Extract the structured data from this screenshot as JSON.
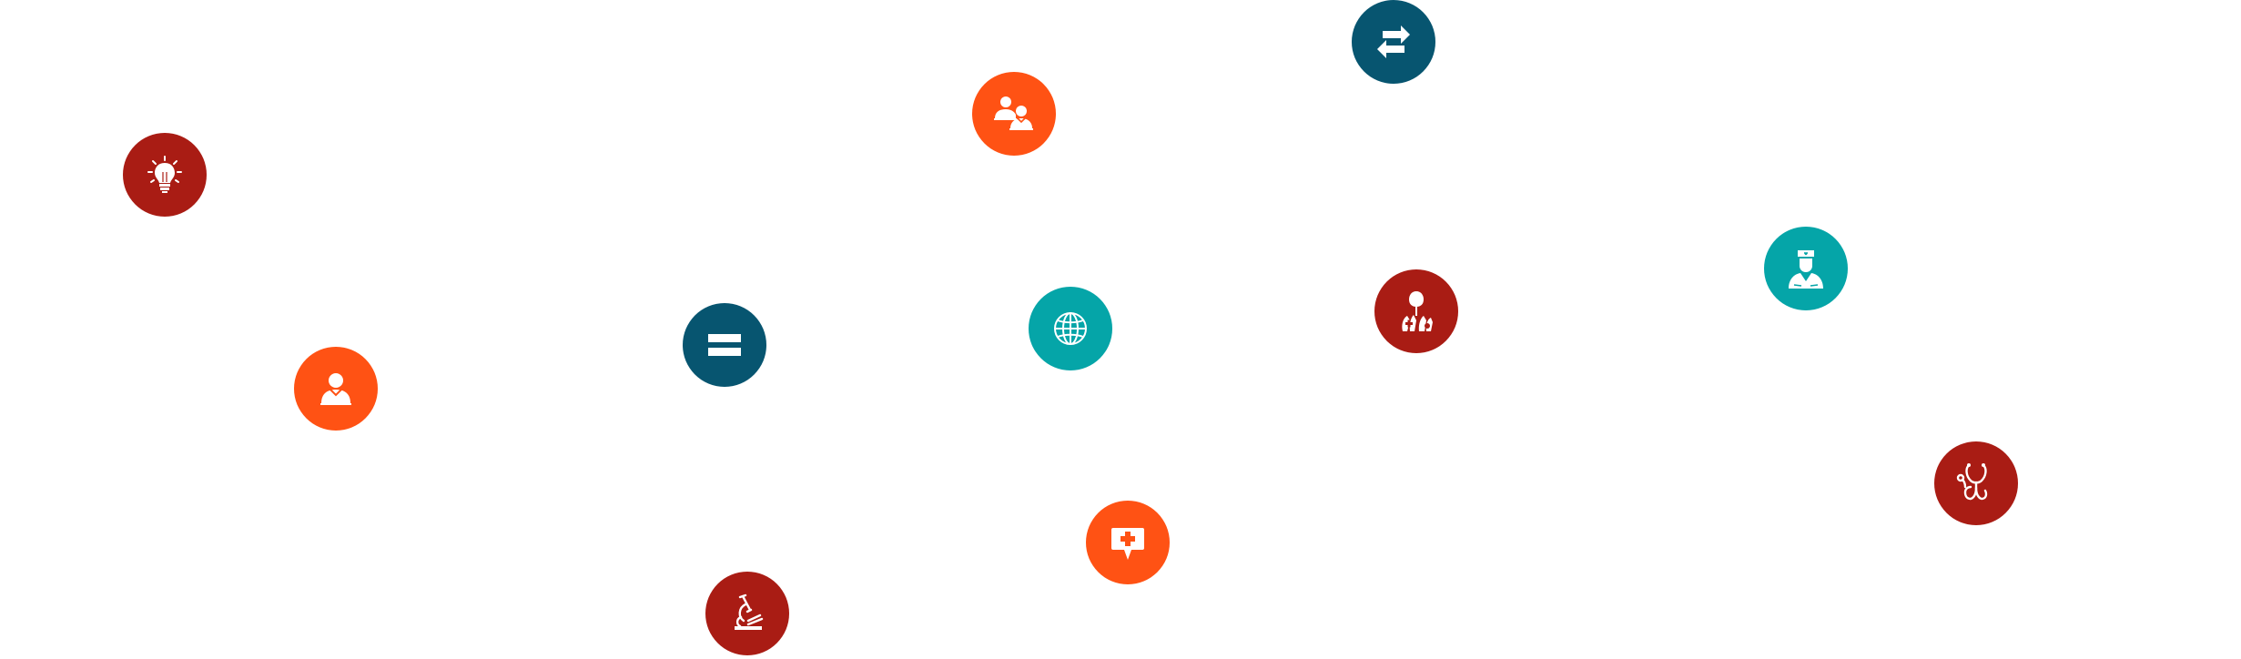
{
  "colors": {
    "dark_red": "#A91C14",
    "orange": "#FF5214",
    "navy_teal": "#075570",
    "teal": "#05A5A8",
    "icon_fill": "#FFFFFF"
  },
  "icons": [
    {
      "name": "lightbulb-icon",
      "color": "dark_red"
    },
    {
      "name": "user-icon",
      "color": "orange"
    },
    {
      "name": "equals-icon",
      "color": "navy_teal"
    },
    {
      "name": "microscope-icon",
      "color": "dark_red"
    },
    {
      "name": "two-users-icon",
      "color": "orange"
    },
    {
      "name": "globe-icon",
      "color": "teal"
    },
    {
      "name": "medical-speech-bubble-icon",
      "color": "orange"
    },
    {
      "name": "exchange-arrows-icon",
      "color": "navy_teal"
    },
    {
      "name": "donor-transfusion-icon",
      "color": "dark_red"
    },
    {
      "name": "nurse-icon",
      "color": "teal"
    },
    {
      "name": "stethoscope-icon",
      "color": "dark_red"
    }
  ]
}
